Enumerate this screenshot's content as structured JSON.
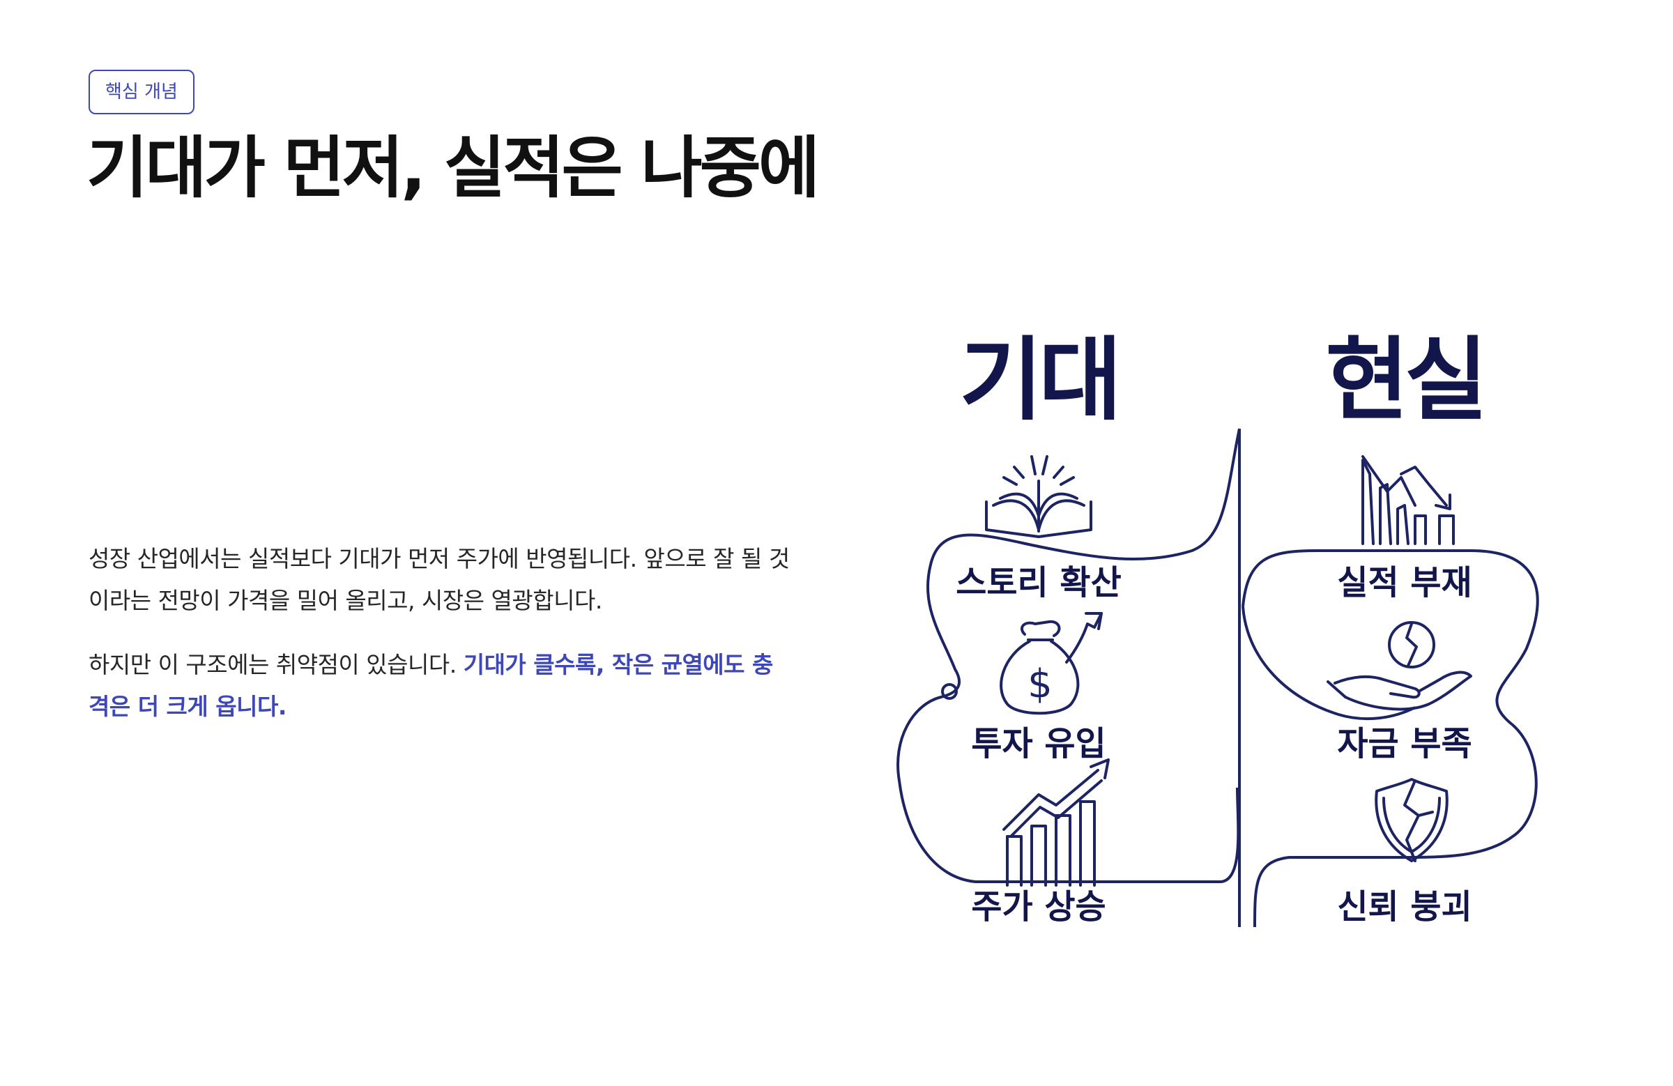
{
  "badge": "핵심 개념",
  "title": "기대가 먼저, 실적은 나중에",
  "paragraphs": {
    "p1": "성장 산업에서는 실적보다 기대가 먼저 주가에 반영됩니다. 앞으로 잘 될 것이라는 전망이 가격을 밀어 올리고, 시장은 열광합니다.",
    "p2_plain": "하지만 이 구조에는 취약점이 있습니다. ",
    "p2_highlight": "기대가 클수록, 작은 균열에도 충격은 더 크게 옵니다."
  },
  "illustration": {
    "left_heading": "기대",
    "right_heading": "현실",
    "left_items": [
      {
        "label": "스토리 확산",
        "icon": "open-book-icon"
      },
      {
        "label": "투자 유입",
        "icon": "money-bag-icon"
      },
      {
        "label": "주가 상승",
        "icon": "rising-chart-icon"
      }
    ],
    "right_items": [
      {
        "label": "실적 부재",
        "icon": "falling-chart-icon"
      },
      {
        "label": "자금 부족",
        "icon": "broken-coin-hand-icon"
      },
      {
        "label": "신뢰 붕괴",
        "icon": "cracked-shield-icon"
      }
    ],
    "colors": {
      "line": "#1c2463",
      "text": "#12164a",
      "accent": "#3d47b8"
    }
  }
}
